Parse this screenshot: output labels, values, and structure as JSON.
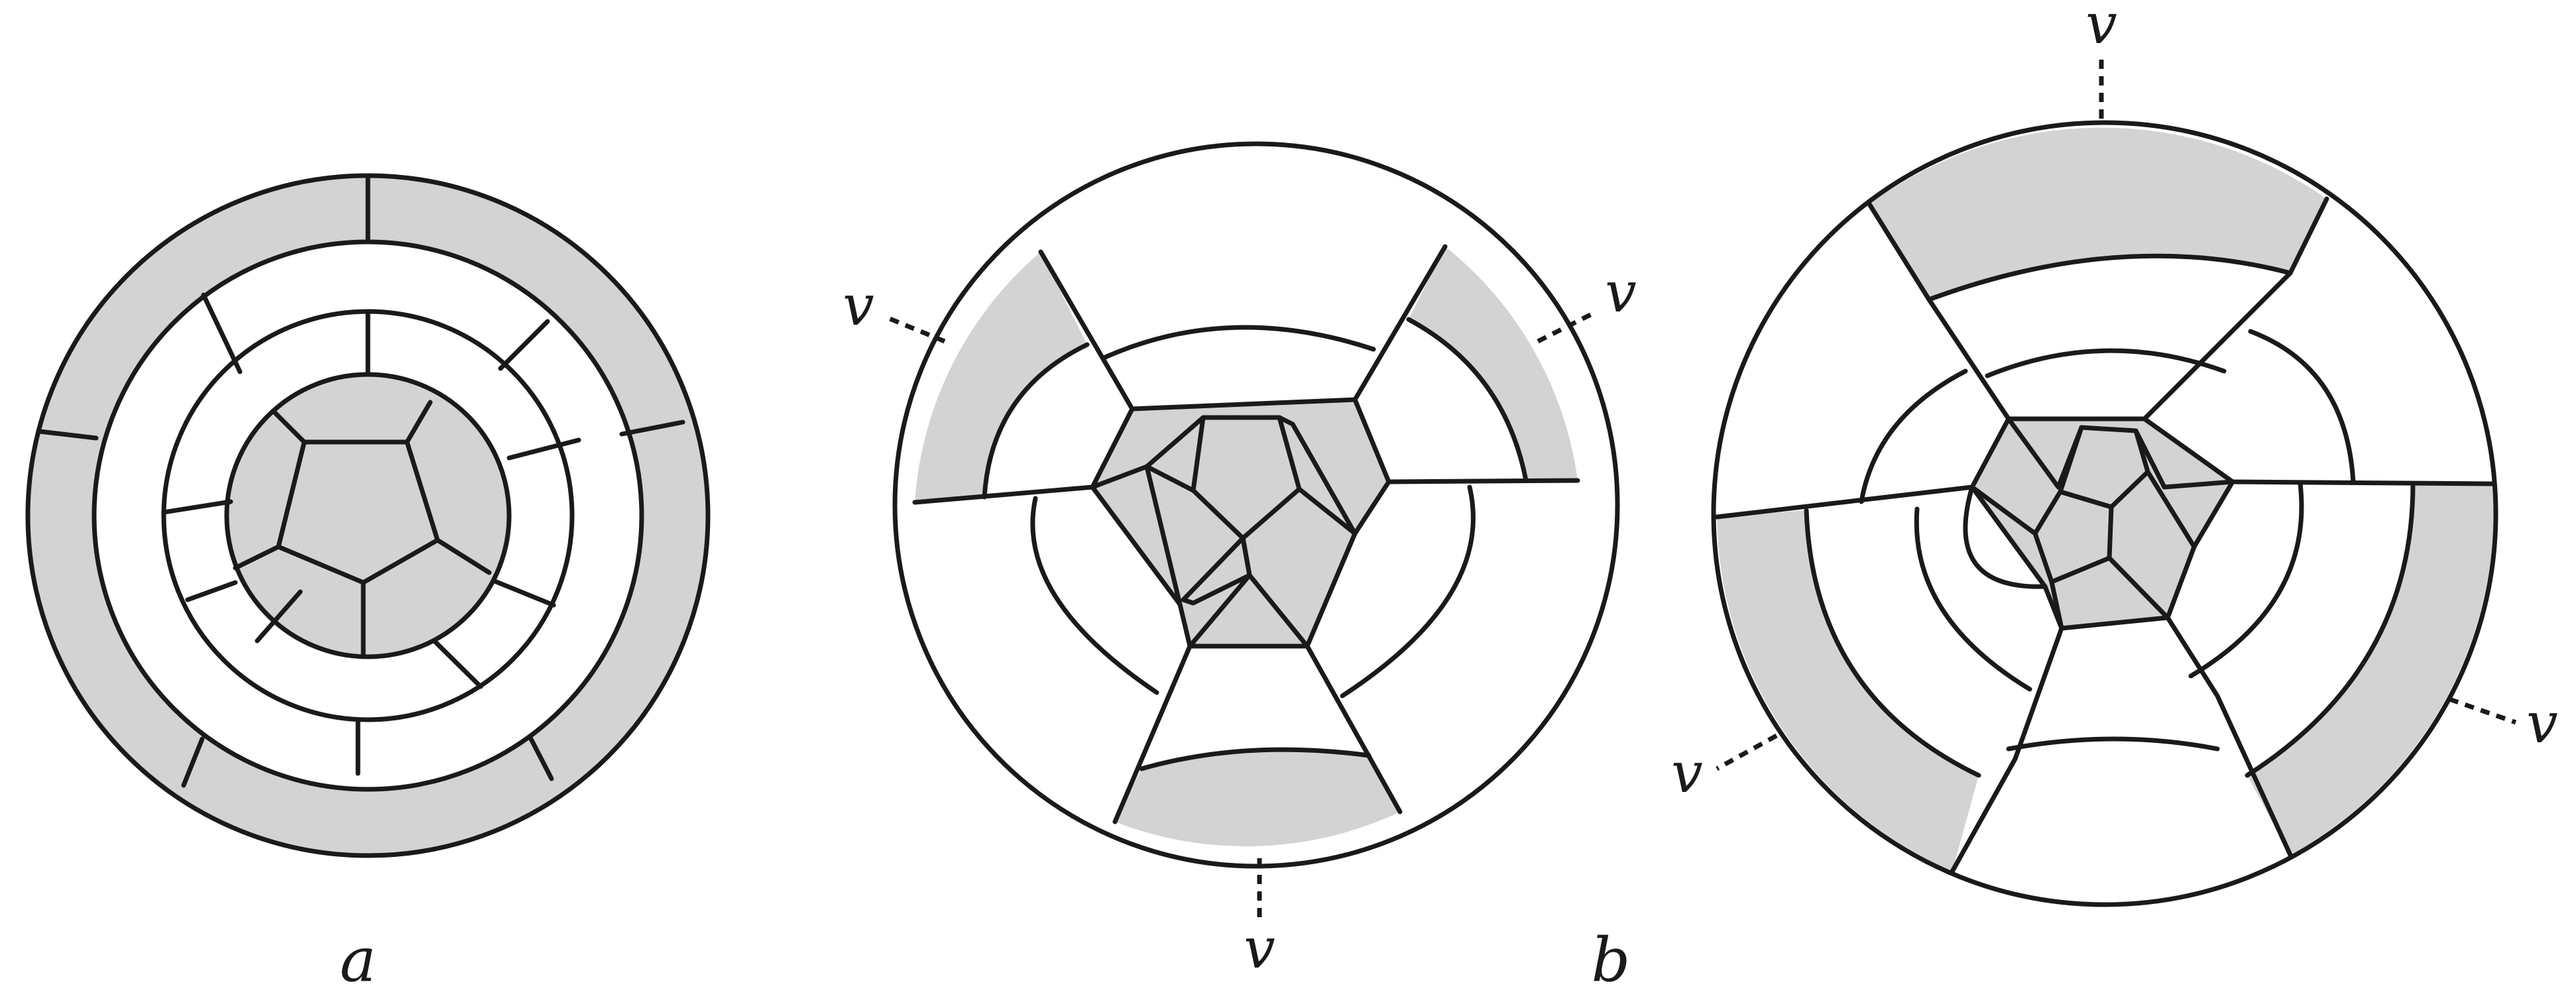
{
  "colors": {
    "face_fill": "#d3d3d3",
    "background": "#ffffff",
    "stroke": "#1a1a1a"
  },
  "labels": {
    "panel_a": "a",
    "panel_b": "b",
    "vertex": "v"
  }
}
